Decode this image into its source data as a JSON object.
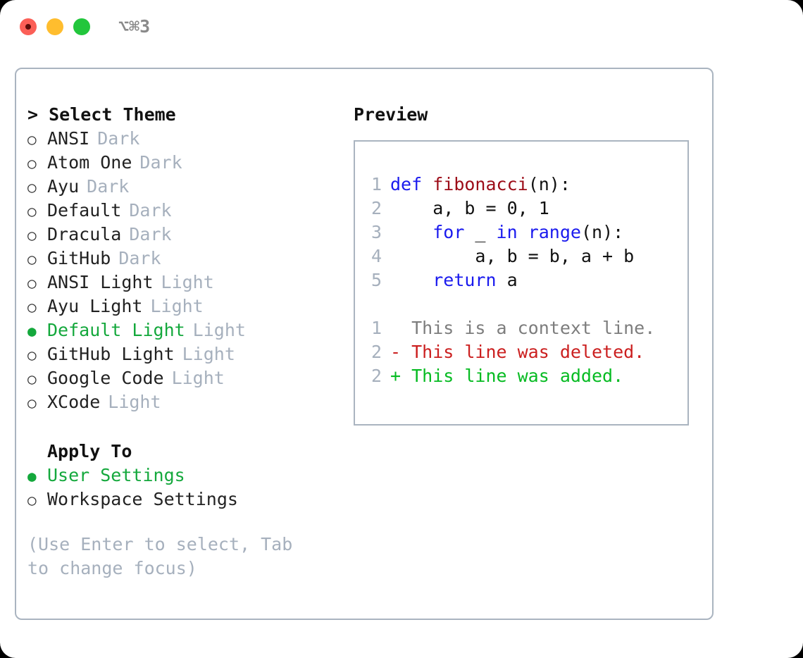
{
  "titlebar": {
    "shortcut": "⌥⌘3",
    "buttons": [
      {
        "name": "close",
        "color": "#fb5f57"
      },
      {
        "name": "minimize",
        "color": "#ffbd2e"
      },
      {
        "name": "maximize",
        "color": "#22c63c"
      }
    ]
  },
  "colors": {
    "accent_green": "#14a83c",
    "muted": "#a6b0bd",
    "border": "#aab4c0",
    "keyword_blue": "#1a1aee",
    "function_red": "#9c0c18",
    "diff_add": "#06bb22",
    "diff_del": "#cb1f1f"
  },
  "theme_panel": {
    "header": "> Select Theme",
    "items": [
      {
        "marker": "○",
        "label": "ANSI",
        "variant": "Dark",
        "selected": false
      },
      {
        "marker": "○",
        "label": "Atom One",
        "variant": "Dark",
        "selected": false
      },
      {
        "marker": "○",
        "label": "Ayu",
        "variant": "Dark",
        "selected": false
      },
      {
        "marker": "○",
        "label": "Default",
        "variant": "Dark",
        "selected": false
      },
      {
        "marker": "○",
        "label": "Dracula",
        "variant": "Dark",
        "selected": false
      },
      {
        "marker": "○",
        "label": "GitHub",
        "variant": "Dark",
        "selected": false
      },
      {
        "marker": "○",
        "label": "ANSI Light",
        "variant": "Light",
        "selected": false
      },
      {
        "marker": "○",
        "label": "Ayu Light",
        "variant": "Light",
        "selected": false
      },
      {
        "marker": "●",
        "label": "Default Light",
        "variant": "Light",
        "selected": true
      },
      {
        "marker": "○",
        "label": "GitHub Light",
        "variant": "Light",
        "selected": false
      },
      {
        "marker": "○",
        "label": "Google Code",
        "variant": "Light",
        "selected": false
      },
      {
        "marker": "○",
        "label": "XCode",
        "variant": "Light",
        "selected": false
      }
    ]
  },
  "apply_to": {
    "header": "Apply To",
    "items": [
      {
        "marker": "●",
        "label": "User Settings",
        "selected": true
      },
      {
        "marker": "○",
        "label": "Workspace Settings",
        "selected": false
      }
    ]
  },
  "help": "(Use Enter to select, Tab to change focus)",
  "preview": {
    "title": "Preview",
    "code_lines": [
      {
        "no": "1",
        "tokens": [
          {
            "t": "def ",
            "c": "kw"
          },
          {
            "t": "fibonacci",
            "c": "fn"
          },
          {
            "t": "(n):",
            "c": "plain"
          }
        ]
      },
      {
        "no": "2",
        "tokens": [
          {
            "t": "    a, b = 0, 1",
            "c": "plain"
          }
        ]
      },
      {
        "no": "3",
        "tokens": [
          {
            "t": "    ",
            "c": "plain"
          },
          {
            "t": "for",
            "c": "kw"
          },
          {
            "t": " _ ",
            "c": "plain"
          },
          {
            "t": "in",
            "c": "kw"
          },
          {
            "t": " ",
            "c": "plain"
          },
          {
            "t": "range",
            "c": "kw"
          },
          {
            "t": "(n):",
            "c": "plain"
          }
        ]
      },
      {
        "no": "4",
        "tokens": [
          {
            "t": "        a, b = b, a + b",
            "c": "plain"
          }
        ]
      },
      {
        "no": "5",
        "tokens": [
          {
            "t": "    ",
            "c": "plain"
          },
          {
            "t": "return",
            "c": "kw"
          },
          {
            "t": " a",
            "c": "plain"
          }
        ]
      }
    ],
    "diff_lines": [
      {
        "no": "1",
        "text": "  This is a context line.",
        "kind": "ctx"
      },
      {
        "no": "2",
        "text": "- This line was deleted.",
        "kind": "del"
      },
      {
        "no": "2",
        "text": "+ This line was added.",
        "kind": "add"
      }
    ]
  }
}
